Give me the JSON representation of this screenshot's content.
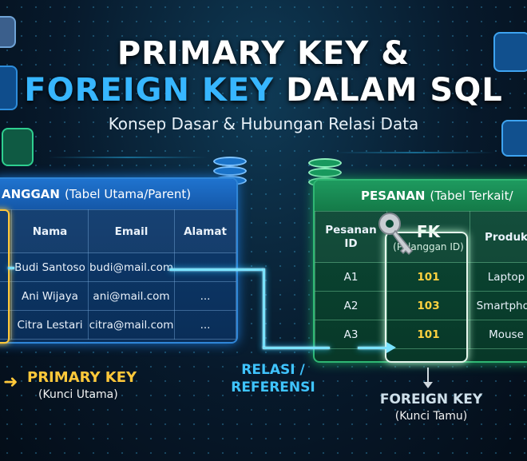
{
  "header": {
    "title_line1": "PRIMARY KEY &",
    "title_line2_blue": "FOREIGN KEY",
    "title_line2_white": "DALAM SQL",
    "subtitle": "Konsep Dasar & Hubungan Relasi Data"
  },
  "left_table": {
    "name": "ANGGAN",
    "caption": "(Tabel Utama/Parent)",
    "columns": [
      "Nama",
      "Email",
      "Alamat"
    ],
    "rows": [
      [
        "Budi Santoso",
        "budi@mail.com",
        ""
      ],
      [
        "Ani Wijaya",
        "ani@mail.com",
        "..."
      ],
      [
        "Citra Lestari",
        "citra@mail.com",
        "..."
      ]
    ]
  },
  "right_table": {
    "name": "PESANAN",
    "caption": "(Tabel Terkait/",
    "col_pesanan_line1": "Pesanan",
    "col_pesanan_line2": "ID",
    "col_fk_main": "FK",
    "col_fk_sub": "(Pelanggan ID)",
    "col_produk": "Produk",
    "rows": [
      [
        "A1",
        "101",
        "Laptop"
      ],
      [
        "A2",
        "103",
        "Smartphon"
      ],
      [
        "A3",
        "101",
        "Mouse"
      ]
    ]
  },
  "labels": {
    "primary_key": "PRIMARY KEY",
    "primary_key_sub": "(Kunci Utama)",
    "relasi_line1": "RELASI /",
    "relasi_line2": "REFERENSI",
    "foreign_key": "FOREIGN KEY",
    "foreign_key_sub": "(Kunci Tamu)"
  },
  "colors": {
    "accent_blue": "#37b6ff",
    "primary_key_yellow": "#ffc83a",
    "relation_cyan": "#7ae3ff",
    "parent_table_blue": "#1f73cf",
    "child_table_green": "#1e9a5f",
    "fk_value_yellow": "#ffd23f"
  },
  "icons": [
    "database-icon",
    "key-icon",
    "document-icon",
    "network-icon"
  ]
}
